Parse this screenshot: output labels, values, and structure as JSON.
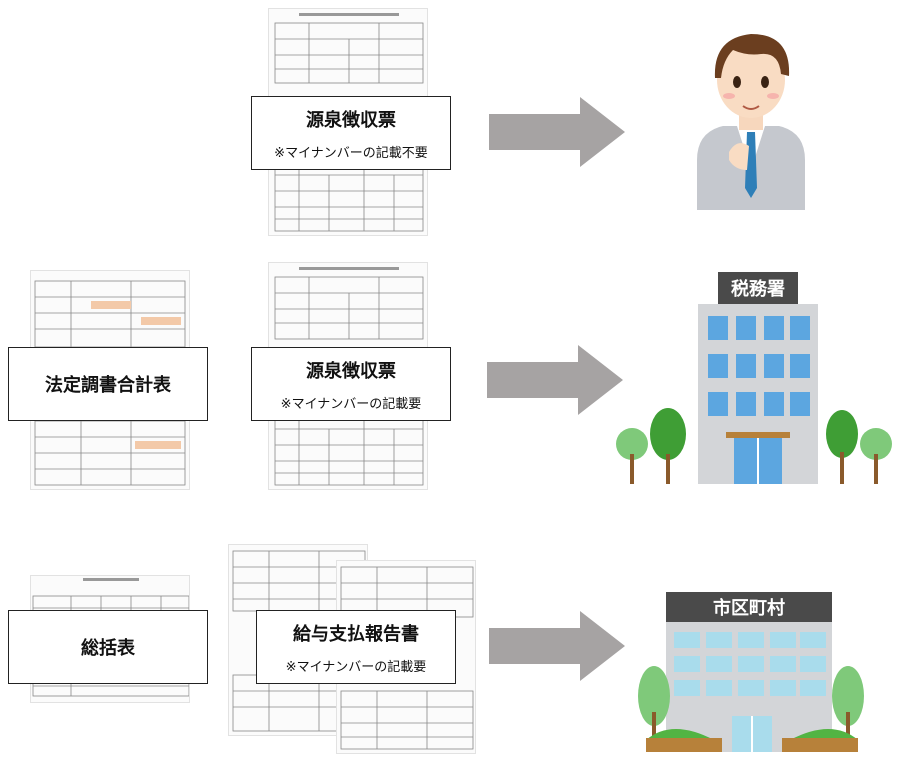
{
  "rows": [
    {
      "box_title": "源泉徴収票",
      "box_note": "※マイナンバーの記載不要",
      "recipient": "employee"
    },
    {
      "side_box_title": "法定調書合計表",
      "box_title": "源泉徴収票",
      "box_note": "※マイナンバーの記載要",
      "recipient_sign": "税務署"
    },
    {
      "side_box_title": "総括表",
      "box_title": "給与支払報告書",
      "box_note": "※マイナンバーの記載要",
      "recipient_sign": "市区町村"
    }
  ],
  "colors": {
    "arrow": "#a6a3a3",
    "sign": "#4a4a4a",
    "window": "#5ca6e0",
    "tree": "#52b443",
    "suit": "#c5c8ce",
    "tie": "#2e7fb8"
  }
}
